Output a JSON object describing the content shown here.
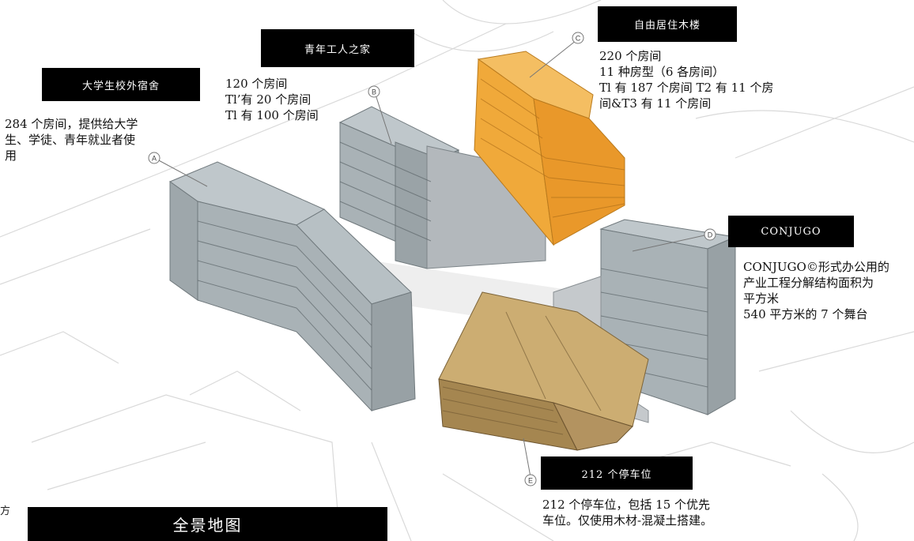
{
  "buildings": {
    "a": {
      "marker": "A",
      "title": "大学生校外宿舍",
      "desc": "284 个房间，提供给大学\n生、学徒、青年就业者使\n用"
    },
    "b": {
      "marker": "B",
      "title": "青年工人之家",
      "desc": "120  个房间\n  Tl’有 20 个房间\nTl 有 100 个房间"
    },
    "c": {
      "marker": "C",
      "title": "自由居住木楼",
      "desc": "220 个房间\n11  种房型（6 各房间）\nTl 有 187 个房间  T2 有 11 个房\n间&T3 有 11 个房间"
    },
    "d": {
      "marker": "D",
      "title": "CONJUGO",
      "desc": "CONJUGO©形式办公用的\n产业工程分解结构面积为\n平方米\n 540 平方米的 7 个舞台"
    },
    "e": {
      "marker": "E",
      "title": "212  个停车位",
      "desc": "212 个停车位，包括 15 个优先\n车位。仅使用木材-混凝土搭建。"
    }
  },
  "map_title": "全景地图",
  "edge_text": "方",
  "colors": {
    "building_gray": "#a8b1b5",
    "building_orange": "#f0a93a",
    "parking_tan": "#c9a86a",
    "label_bg": "#000000"
  }
}
